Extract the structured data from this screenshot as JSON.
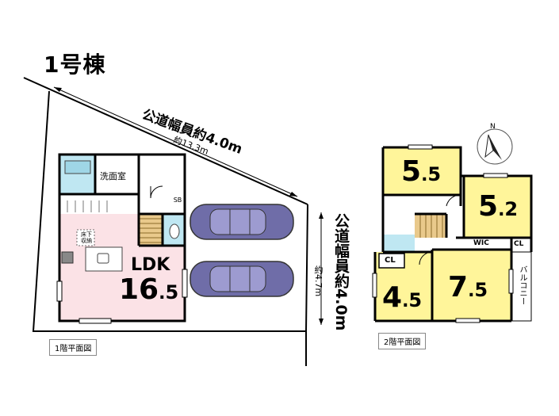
{
  "building_title": "1号棟",
  "road_horizontal": "公道幅員約4.0m",
  "road_horizontal_length": "約13.3m",
  "road_vertical": "公道幅員約4.0m",
  "frontage_vertical": "約4.7m",
  "floor1": {
    "label": "1階平面図",
    "rooms": {
      "washroom": "洗面室",
      "sb": "SB",
      "underfloor": "床下収納",
      "ldk_name": "LDK",
      "ldk_size_main": "16",
      "ldk_size_dot": ".",
      "ldk_size_sub": "5"
    }
  },
  "floor2": {
    "label": "2階平面図",
    "rooms": {
      "room1_main": "5",
      "room1_sub": "5",
      "room2_main": "5",
      "room2_sub": "2",
      "room3_main": "4",
      "room3_sub": "5",
      "room4_main": "7",
      "room4_sub": "5",
      "wic": "WIC",
      "cl1": "CL",
      "cl2": "CL",
      "balcony": "バルコニー"
    }
  },
  "compass": "N",
  "colors": {
    "ldk": "#fbe2e6",
    "bedroom": "#fff59a",
    "wet": "#bfe7f2",
    "stair": "#e9c98b",
    "car": "#6f6da8",
    "wall": "#000000"
  }
}
